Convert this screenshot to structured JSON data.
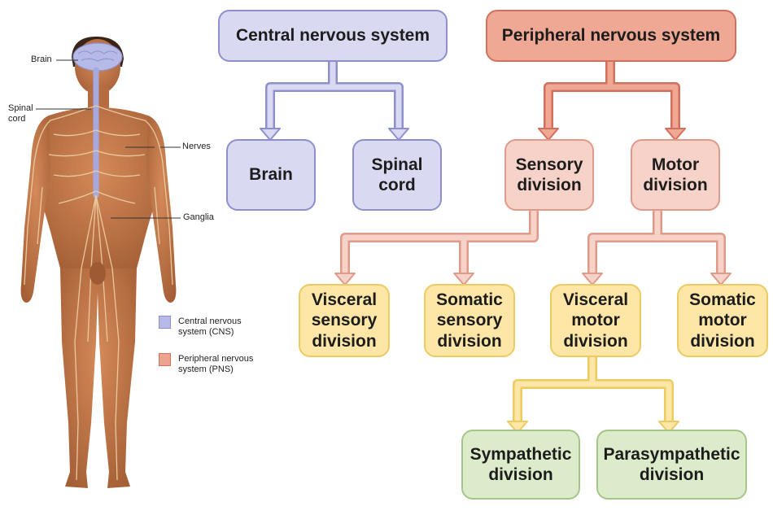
{
  "figure_labels": {
    "brain": "Brain",
    "spinal_cord": "Spinal\ncord",
    "nerves": "Nerves",
    "ganglia": "Ganglia"
  },
  "legend": [
    {
      "label": "Central nervous\nsystem (CNS)",
      "color": "#b7b9e6"
    },
    {
      "label": "Peripheral nervous\nsystem (PNS)",
      "color": "#eda48f"
    }
  ],
  "flowchart": {
    "cns": {
      "label": "Central nervous system",
      "children": [
        {
          "label": "Brain"
        },
        {
          "label": "Spinal\ncord"
        }
      ]
    },
    "pns": {
      "label": "Peripheral nervous system",
      "children": [
        {
          "label": "Sensory\ndivision",
          "children": [
            {
              "label": "Visceral\nsensory\ndivision"
            },
            {
              "label": "Somatic\nsensory\ndivision"
            }
          ]
        },
        {
          "label": "Motor\ndivision",
          "children": [
            {
              "label": "Visceral\nmotor\ndivision",
              "children": [
                {
                  "label": "Sympathetic\ndivision"
                },
                {
                  "label": "Parasympathetic\ndivision"
                }
              ]
            },
            {
              "label": "Somatic\nmotor\ndivision"
            }
          ]
        }
      ]
    }
  },
  "colors": {
    "cns_fill": "#d9daf1",
    "cns_border": "#8d90cc",
    "pns_fill": "#efa894",
    "pns_border": "#d2705e",
    "pns_light_fill": "#f6d2c8",
    "pns_light_border": "#e09a89",
    "yellow_fill": "#fde6a6",
    "yellow_border": "#eccb63",
    "green_fill": "#dcebc9",
    "green_border": "#a6c58b",
    "skin": "#c47a4c",
    "nerve": "#eccda3"
  }
}
